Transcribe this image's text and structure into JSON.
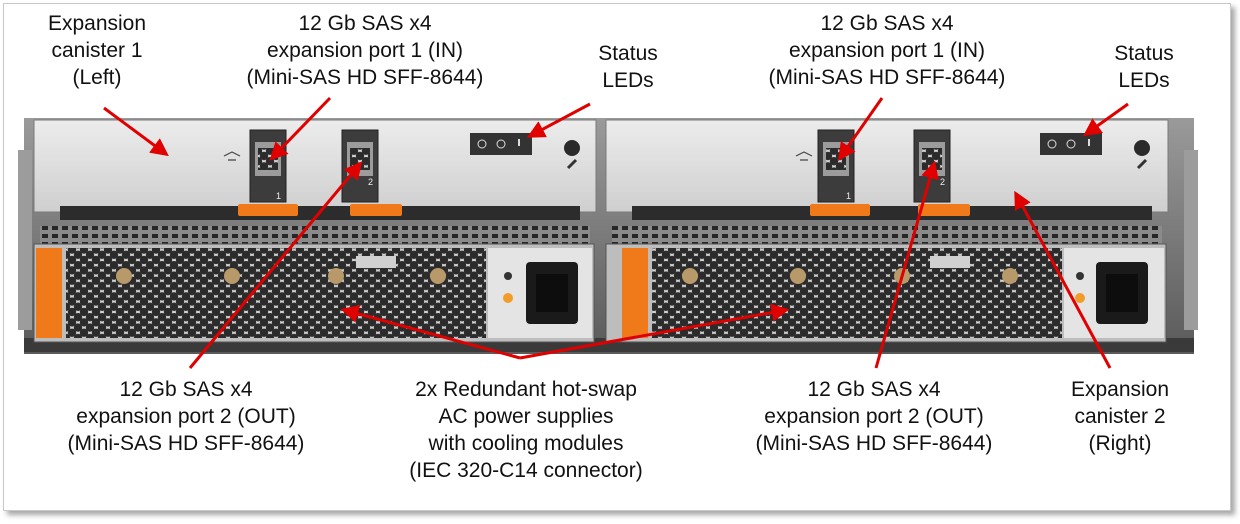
{
  "callouts": {
    "canister1": [
      "Expansion",
      "canister 1",
      "(Left)"
    ],
    "in_left": [
      "12 Gb SAS x4",
      "expansion port 1 (IN)",
      "(Mini-SAS HD SFF-8644)"
    ],
    "status_left": [
      "Status",
      "LEDs"
    ],
    "in_right": [
      "12 Gb SAS x4",
      "expansion port 1 (IN)",
      "(Mini-SAS HD SFF-8644)"
    ],
    "status_right": [
      "Status",
      "LEDs"
    ],
    "out_left": [
      "12 Gb SAS x4",
      "expansion port 2 (OUT)",
      "(Mini-SAS HD SFF-8644)"
    ],
    "psu": [
      "2x Redundant hot-swap",
      "AC power supplies",
      "with cooling modules",
      "(IEC 320-C14 connector)"
    ],
    "out_right": [
      "12 Gb SAS x4",
      "expansion port 2 (OUT)",
      "(Mini-SAS HD SFF-8644)"
    ],
    "canister2": [
      "Expansion",
      "canister 2",
      "(Right)"
    ]
  },
  "port_numbers": [
    "1",
    "2",
    "1",
    "2"
  ],
  "icons": [
    "sas-port-icon",
    "power-led-icon",
    "status-led-icon",
    "fault-led-icon",
    "wrench-icon",
    "ac-inlet-icon",
    "fan-grille-icon"
  ],
  "colors": {
    "arrow": "#e00000",
    "latch": "#f07a1a",
    "canister": "#d9d9d9",
    "chassis": "#6b6b6b"
  }
}
